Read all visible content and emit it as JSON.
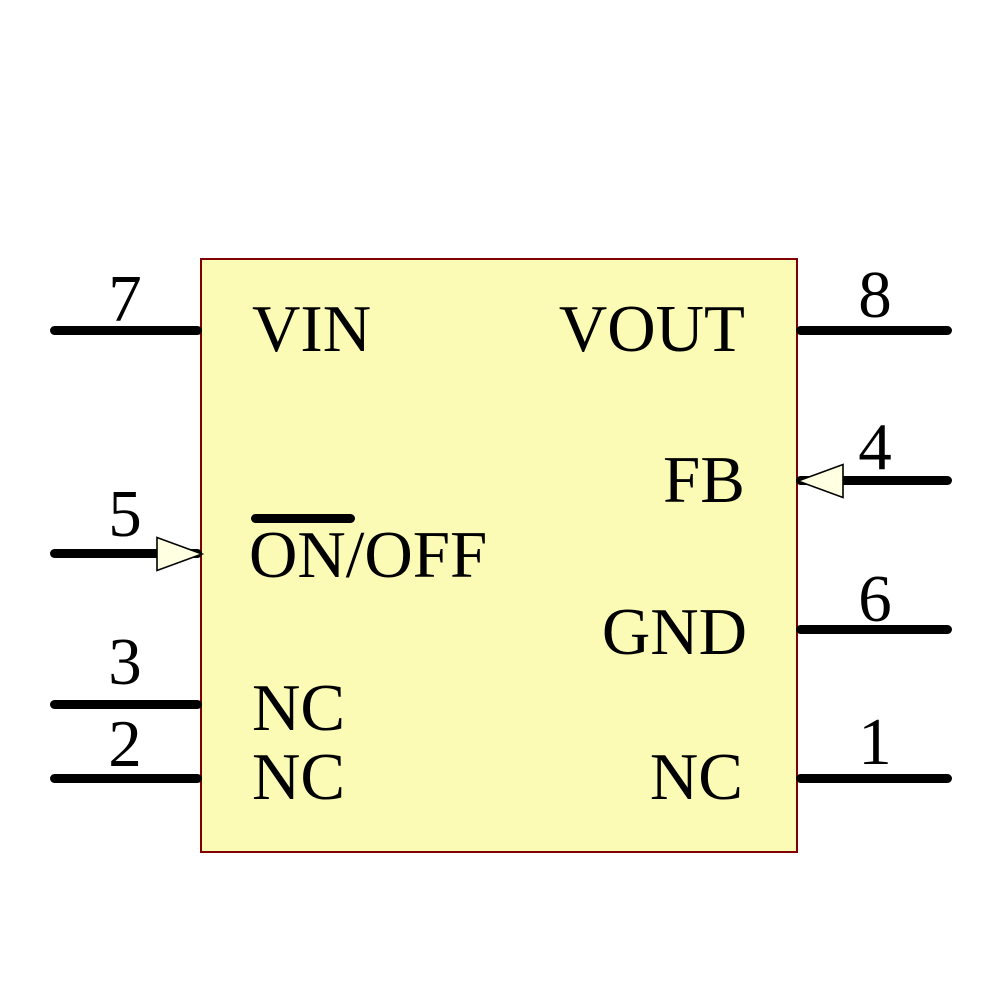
{
  "diagram": {
    "kind": "ic-schematic-symbol",
    "colors": {
      "background": "#FFFFFF",
      "body_fill": "#FBFBB6",
      "body_border": "#7F0000",
      "pin_line": "#000000",
      "arrow_fill": "#FFFFE1",
      "arrow_outline": "#000000",
      "text": "#000000"
    },
    "pins": {
      "left": [
        {
          "number": "7",
          "label": "VIN"
        },
        {
          "number": "5",
          "label": "ON/OFF",
          "active_low": true,
          "has_input_arrow": true
        },
        {
          "number": "3",
          "label": "NC"
        },
        {
          "number": "2",
          "label": "NC"
        }
      ],
      "right": [
        {
          "number": "8",
          "label": "VOUT"
        },
        {
          "number": "4",
          "label": "FB",
          "has_input_arrow": true
        },
        {
          "number": "6",
          "label": "GND"
        },
        {
          "number": "1",
          "label": "NC"
        }
      ]
    }
  }
}
